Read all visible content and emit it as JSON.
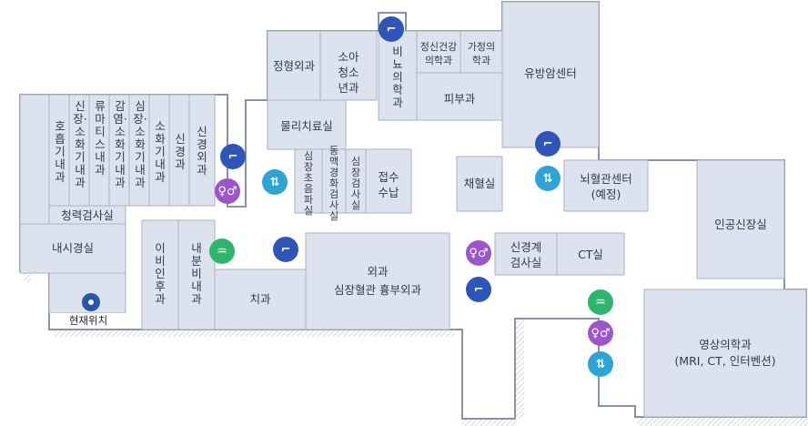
{
  "rooms": {
    "breathing": "호흡기내과",
    "heart_digest": "신장·소화기내과",
    "rheum": "류마티스내과",
    "infect": "감염·소화기내과",
    "cardio_digest": "심장·소화기내과",
    "gastro": "소화기내과",
    "neuro": "신경과",
    "neurosurg": "신경외과",
    "hearing": "청력검사실",
    "endoscopy": "내시경실",
    "ent": "이비인후과",
    "endocrine": "내분비내과",
    "dental": "치과",
    "surgery": "외과",
    "surgery2": "심장혈관 흉부외과",
    "ortho": "정형외과",
    "pediatrics": "소아 청소년과",
    "urology": "비뇨의학과",
    "psych": "정신건강의학과",
    "family": "가정의학과",
    "derma": "피부과",
    "breast": "유방암센터",
    "physio": "물리치료실",
    "echo": "심장초음파실",
    "vascular": "동맥경화검사실",
    "ecg": "심장검사실",
    "reception": "접수 수납",
    "blood": "채혈실",
    "stroke": "뇌혈관센터",
    "stroke_note": "(예정)",
    "dialysis": "인공신장실",
    "neurotest": "신경계 검사실",
    "ct": "CT실",
    "radiology": "영상의학과",
    "radiology_note": "(MRI, CT, 인터벤션)"
  },
  "current_location": "현재위치",
  "legend_icons": [
    "stairs-icon",
    "elevator-icon",
    "restroom-icon",
    "water-fountain-icon",
    "location-pin-icon"
  ],
  "colors": {
    "room_fill": "#dde3ee",
    "wall": "#8a93a3",
    "stairs": "#2f55b8",
    "elevator": "#2da3d6",
    "restroom": "#9b57c9",
    "fountain": "#2cb56b",
    "pin": "#2755a8"
  }
}
